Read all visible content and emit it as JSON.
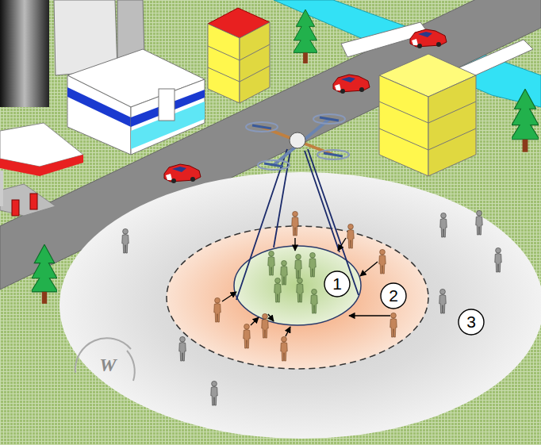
{
  "diagram": {
    "nodes": [
      {
        "text": [
          "1"
        ]
      },
      {
        "text": [
          "2"
        ]
      },
      {
        "text": [
          "3"
        ]
      }
    ],
    "labels": [
      "W"
    ]
  }
}
